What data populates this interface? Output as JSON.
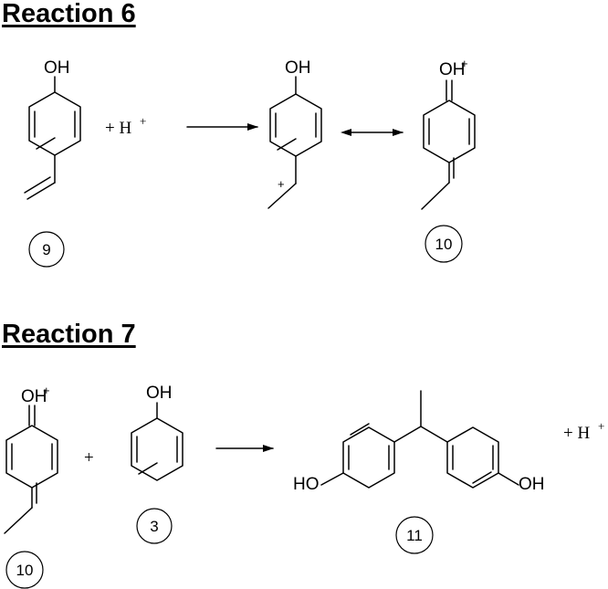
{
  "reaction6": {
    "heading": "Reaction 6",
    "oh_9": "OH",
    "plus_h": "+ H",
    "plus_h_sup": "+",
    "oh_carbocation": "OH",
    "carbocation_charge": "+",
    "oh_10": "OH",
    "oh_10_sup": "+",
    "label_9": "9",
    "label_10": "10"
  },
  "reaction7": {
    "heading": "Reaction 7",
    "oh_10": "OH",
    "oh_10_sup": "+",
    "plus": "+",
    "oh_3": "OH",
    "label_10": "10",
    "label_3": "3",
    "ho_left": "HO",
    "oh_right": "OH",
    "label_11": "11",
    "plus_h": "+ H",
    "plus_h_sup": "+"
  }
}
